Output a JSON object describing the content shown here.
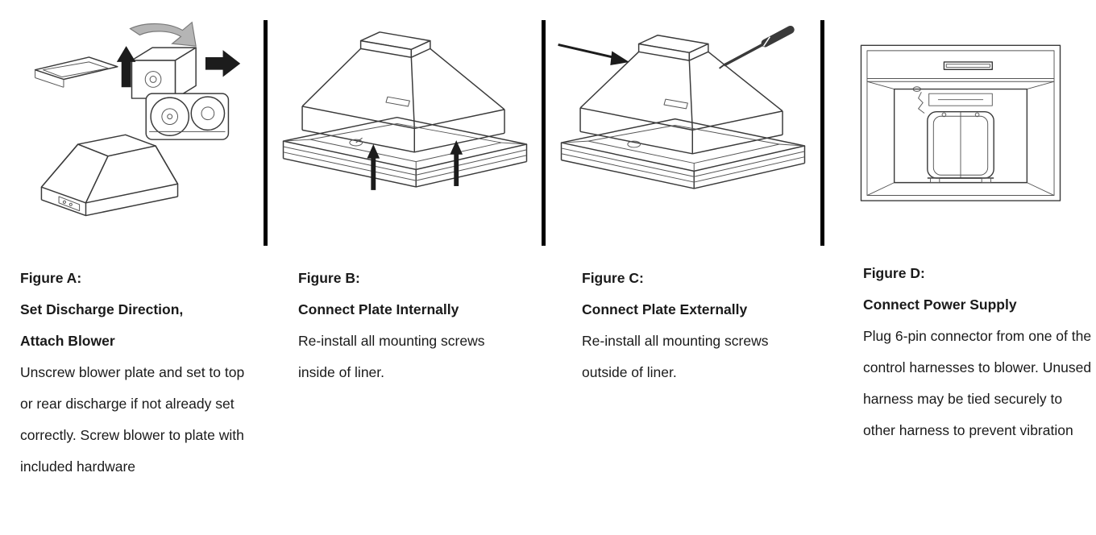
{
  "page": {
    "background": "#ffffff"
  },
  "colors": {
    "line": "#3a3a3a",
    "divider": "#000000",
    "arrow_gray": "#b5b5b5",
    "arrow_black": "#1c1c1c",
    "text": "#1a1a1a"
  },
  "figures": [
    {
      "title": "Figure A:",
      "heading_lines": [
        "Set Discharge Direction,",
        "Attach Blower"
      ],
      "body": "Unscrew blower plate and set to top or rear discharge if not already set correctly. Screw blower to plate with included hardware"
    },
    {
      "title": "Figure B:",
      "heading_lines": [
        "Connect Plate Internally"
      ],
      "body": "Re-install all mounting screws inside of liner."
    },
    {
      "title": "Figure C:",
      "heading_lines": [
        "Connect Plate Externally"
      ],
      "body": "Re-install all mounting screws outside of liner."
    },
    {
      "title": "Figure D:",
      "heading_lines": [
        "Connect Power Supply"
      ],
      "body": "Plug 6-pin connector from one of the control harnesses to blower. Unused harness may be tied securely to other harness to prevent vibration"
    }
  ]
}
